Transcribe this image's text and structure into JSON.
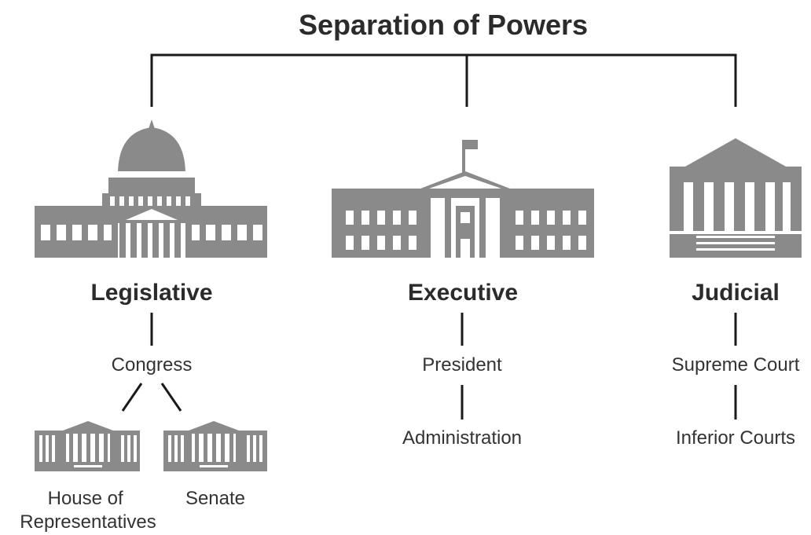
{
  "title": "Separation of Powers",
  "colors": {
    "building": "#8a8a8a",
    "line": "#1a1a1a",
    "text": "#2b2b2b"
  },
  "branches": {
    "legislative": {
      "name": "Legislative",
      "icon": "capitol-building-icon",
      "body": "Congress",
      "chambers": [
        {
          "name_line1": "House of",
          "name_line2": "Representatives",
          "icon": "house-chamber-building-icon"
        },
        {
          "name_line1": "Senate",
          "icon": "senate-chamber-building-icon"
        }
      ]
    },
    "executive": {
      "name": "Executive",
      "icon": "white-house-building-icon",
      "items": [
        "President",
        "Administration"
      ]
    },
    "judicial": {
      "name": "Judicial",
      "icon": "supreme-court-building-icon",
      "items": [
        "Supreme Court",
        "Inferior Courts"
      ]
    }
  }
}
